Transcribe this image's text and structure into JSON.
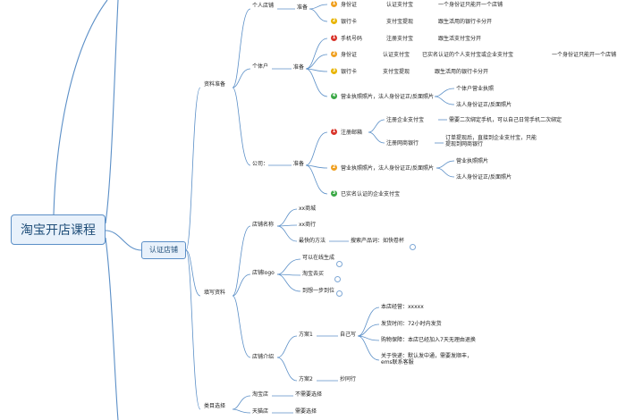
{
  "root": {
    "label": "淘宝开店课程"
  },
  "branch": {
    "label": "认证店铺"
  },
  "sections": {
    "prep": {
      "label": "资料准备",
      "personal": {
        "label": "个人店铺",
        "prep_label": "准备",
        "items": [
          {
            "num": "1",
            "label": "身份证",
            "detail": "认证支付宝",
            "note": "一个身份证只能开一个店铺"
          },
          {
            "num": "2",
            "label": "银行卡",
            "detail": "支付宝提现",
            "note": "跟生活用的银行卡分开"
          }
        ]
      },
      "individual": {
        "label": "个体户",
        "prep_label": "准备",
        "items": [
          {
            "num": "1",
            "label": "手机号码",
            "detail": "注册支付宝",
            "note": "跟生活支付宝分开"
          },
          {
            "num": "2",
            "label": "身份证",
            "detail": "认证支付宝",
            "note": "已实名认证的个人支付宝或企业支付宝",
            "extra": "一个身份证只能开一个店铺"
          },
          {
            "num": "3",
            "label": "银行卡",
            "detail": "支付宝提现",
            "note": "跟生活用的银行卡分开"
          },
          {
            "num": "4",
            "label": "营业执照照片，法人身份证正/反面照片",
            "subs": [
              "个体户营业执照",
              "法人身份证正/反面照片"
            ]
          }
        ]
      },
      "company": {
        "label": "公司：",
        "prep_label": "准备",
        "email": {
          "num": "1",
          "label": "注册邮箱",
          "subs": [
            {
              "label": "注册企业支付宝",
              "note": "需要二次绑定手机，可以自己日常手机二次绑定"
            },
            {
              "label": "注册网商银行",
              "note": "订单提现后，直接到企业支付宝，只能提现到网商银行"
            }
          ]
        },
        "license": {
          "num": "2",
          "label": "营业执照照片，法人身份证正/反面照片",
          "subs": [
            "营业执照照片",
            "法人身份证正/反面照片"
          ]
        },
        "alipay": {
          "num": "3",
          "label": "已实名认证的企业支付宝"
        }
      }
    },
    "fill": {
      "label": "填写资料",
      "store_name": {
        "label": "店铺名称",
        "items": [
          "xx商城",
          "xx商行",
          "最快的方法"
        ],
        "fast_tip": "搜索产品词：如快卷杯"
      },
      "store_logo": {
        "label": "店铺logo",
        "items": [
          "可以在线生成",
          "淘宝去买",
          "到想一步到位"
        ]
      },
      "store_intro": {
        "label": "店铺介绍",
        "plan1": {
          "label": "方案1",
          "method": "自己写",
          "items": [
            "本店经营：xxxxx",
            "发货时间：72小时内发货",
            "购物保障：本店已经加入7天无理由退换",
            "关于快递：默认发中通，需要发顺丰，ems联系客服"
          ]
        },
        "plan2": {
          "label": "方案2",
          "method": "抄同行"
        }
      }
    },
    "category": {
      "label": "类目选择",
      "items": [
        {
          "label": "淘宝店",
          "value": "不需要选择"
        },
        {
          "label": "天猫店",
          "value": "需要选择"
        }
      ]
    }
  }
}
